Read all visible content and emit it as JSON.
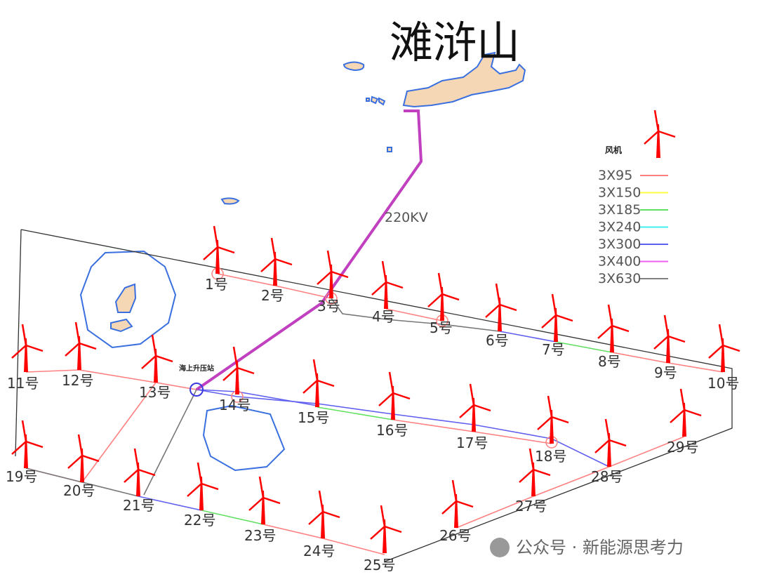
{
  "title": "滩浒山",
  "voltage_label": "220KV",
  "substation_label": "海上升压站",
  "legend": {
    "title": "风机",
    "items": [
      {
        "label": "3X95",
        "color": "#ff8080"
      },
      {
        "label": "3X150",
        "color": "#ffff40"
      },
      {
        "label": "3X185",
        "color": "#60e060"
      },
      {
        "label": "3X240",
        "color": "#40f0f0"
      },
      {
        "label": "3X300",
        "color": "#6060f0"
      },
      {
        "label": "3X400",
        "color": "#f060f0"
      },
      {
        "label": "3X630",
        "color": "#808080"
      }
    ]
  },
  "turbines": [
    "1号",
    "2号",
    "3号",
    "4号",
    "5号",
    "6号",
    "7号",
    "8号",
    "9号",
    "10号",
    "11号",
    "12号",
    "13号",
    "14号",
    "15号",
    "16号",
    "17号",
    "18号",
    "19号",
    "20号",
    "21号",
    "22号",
    "23号",
    "24号",
    "25号",
    "26号",
    "27号",
    "28号",
    "29号"
  ],
  "watermark": "公众号 · 新能源思考力"
}
